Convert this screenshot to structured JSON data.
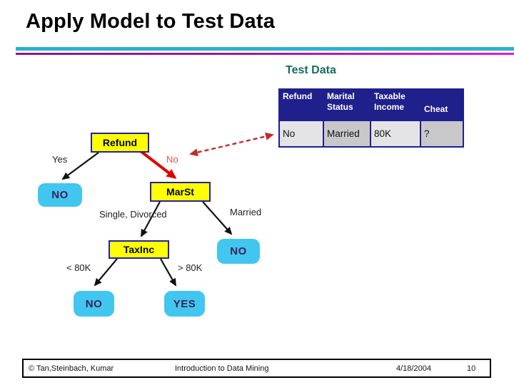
{
  "slide": {
    "title": "Apply Model to Test Data",
    "section_label": "Test Data",
    "accent_colors": {
      "teal_rule": "#29B2D2",
      "magenta_rule_start": "#8C188C",
      "magenta_rule_end": "#E11BE1",
      "section_label_color": "#156B60"
    }
  },
  "test_table": {
    "headers": [
      "Refund",
      "Marital Status",
      "Taxable Income",
      "Cheat"
    ],
    "row": [
      "No",
      "Married",
      "80K",
      "?"
    ],
    "header_bg": "#20208C",
    "header_text_color": "#FFFFFF",
    "highlight_value_color": "#E0362B"
  },
  "tree": {
    "nodes": {
      "refund": "Refund",
      "marst": "MarSt",
      "taxinc": "TaxInc",
      "leaf_no_yes_branch": "NO",
      "leaf_no_married": "NO",
      "leaf_no_lt80k": "NO",
      "leaf_yes_gt80k": "YES"
    },
    "edge_labels": {
      "refund_yes": "Yes",
      "refund_no": "No",
      "marst_single_divorced": "Single, Divorced",
      "marst_married": "Married",
      "taxinc_lt": "< 80K",
      "taxinc_gt": "> 80K"
    },
    "colors": {
      "decision_fill": "#FFFF00",
      "decision_border": "#2121A0",
      "leaf_fill": "#41C6EF",
      "leaf_text": "#3A2058",
      "highlight_edge": "#E00000",
      "dashed_pointer": "#C22B2B"
    }
  },
  "footer": {
    "copyright": "© Tan,Steinbach, Kumar",
    "center": "Introduction to Data Mining",
    "date": "4/18/2004",
    "page": "10"
  }
}
